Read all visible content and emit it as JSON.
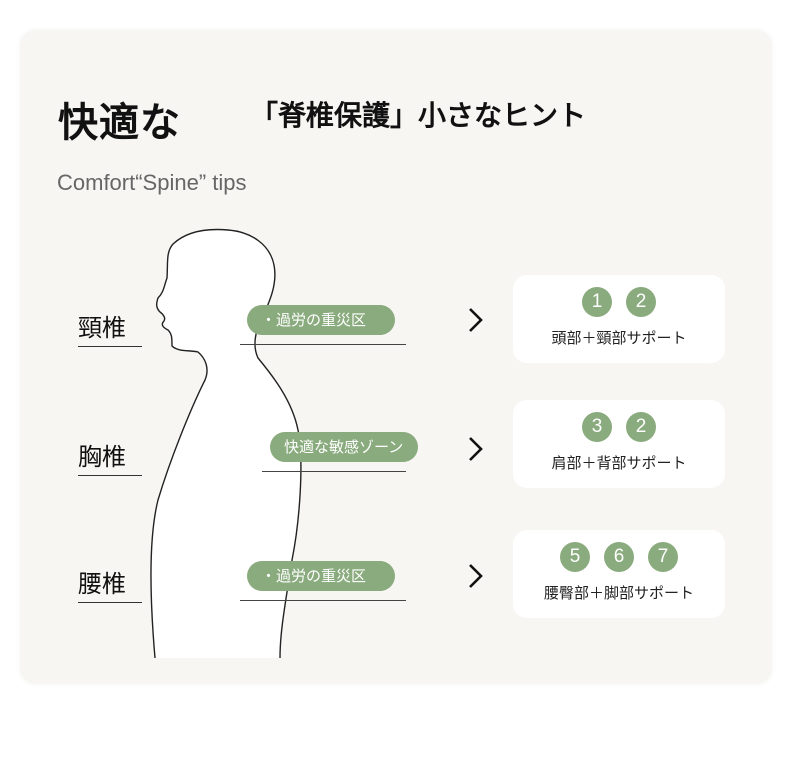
{
  "title": {
    "main": "快適な",
    "sub": "「脊椎保護」小さなヒント"
  },
  "subtitle": "Comfort“Spine” tips",
  "regions": [
    {
      "label": "頸椎",
      "pill": "・過労の重災区",
      "numbers": [
        "1",
        "2"
      ],
      "support": "頭部＋頸部サポート"
    },
    {
      "label": "胸椎",
      "pill": "快適な敏感ゾーン",
      "numbers": [
        "3",
        "2"
      ],
      "support": "肩部＋背部サポート"
    },
    {
      "label": "腰椎",
      "pill": "・過労の重災区",
      "numbers": [
        "5",
        "6",
        "7"
      ],
      "support": "腰臀部＋脚部サポート"
    }
  ],
  "colors": {
    "accent": "#8aab7e",
    "card": "#f8f6f3"
  },
  "icons": {
    "arrow": "chevron-right-icon"
  }
}
